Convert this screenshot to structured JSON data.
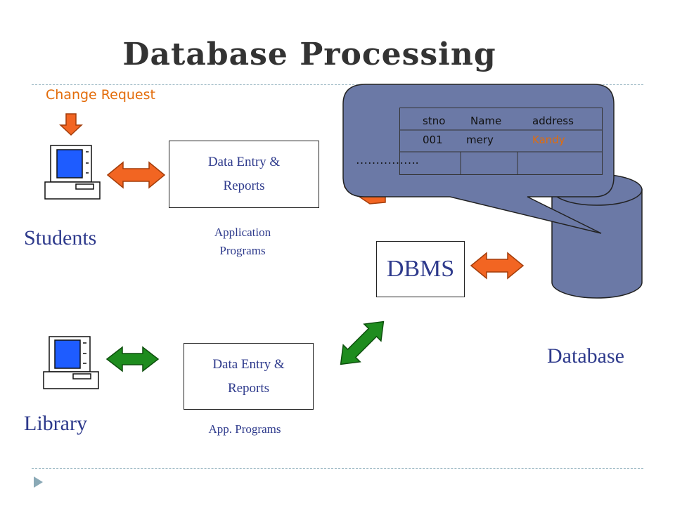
{
  "title": "Database Processing",
  "change_request": "Change Request",
  "students": {
    "label": "Students",
    "box_text": "Data Entry &\nReports",
    "programs_label": "Application\nPrograms"
  },
  "library": {
    "label": "Library",
    "box_text": "Data Entry &\nReports",
    "programs_label": "App. Programs"
  },
  "dbms": "DBMS",
  "database": "Database",
  "table": {
    "headers": [
      "stno",
      "Name",
      "address"
    ],
    "row": [
      "001",
      "mery",
      "Kandy"
    ],
    "ellipsis": "……………."
  },
  "colors": {
    "title": "#333333",
    "text_blue": "#2e3a8c",
    "orange": "#e36c0a",
    "orange_arrow": "#f26522",
    "green_arrow": "#1e8c1e",
    "callout": "#6b79a6",
    "cylinder": "#6b79a6"
  }
}
